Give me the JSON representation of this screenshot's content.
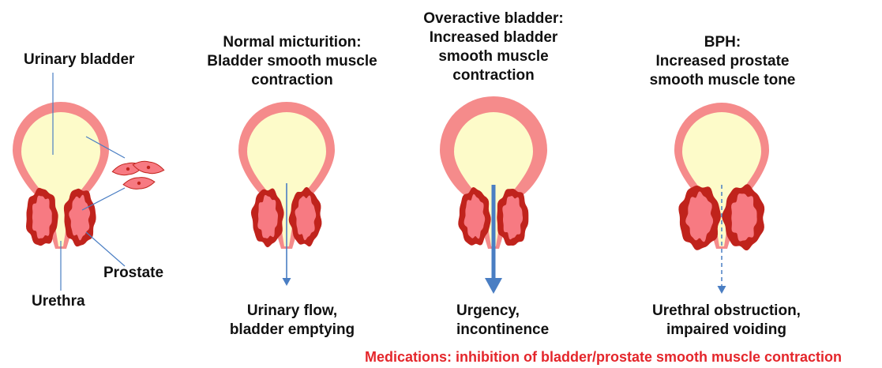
{
  "labels": {
    "urinary_bladder": "Urinary bladder",
    "prostate": "Prostate",
    "urethra": "Urethra"
  },
  "panels": {
    "normal": {
      "title_lines": [
        "Normal micturition:",
        "Bladder smooth muscle",
        "contraction"
      ],
      "outcome_lines": [
        "Urinary flow,",
        "bladder emptying"
      ]
    },
    "overactive": {
      "title_lines": [
        "Overactive bladder:",
        "Increased bladder",
        "smooth muscle",
        "contraction"
      ],
      "outcome_lines": [
        "Urgency,",
        "incontinence"
      ]
    },
    "bph": {
      "title_lines": [
        "BPH:",
        "Increased prostate",
        "smooth muscle tone"
      ],
      "outcome_lines": [
        "Urethral obstruction,",
        "impaired voiding"
      ]
    }
  },
  "medications_note": "Medications: inhibition of bladder/prostate smooth muscle contraction",
  "colors": {
    "bladder_wall": "#f58b8b",
    "bladder_lumen": "#fdfbc9",
    "prostate_outer": "#c0231c",
    "prostate_inner": "#f77a82",
    "arrow": "#4a7ec3",
    "leader_line": "#4a7ec3",
    "note_text": "#e4262b"
  }
}
